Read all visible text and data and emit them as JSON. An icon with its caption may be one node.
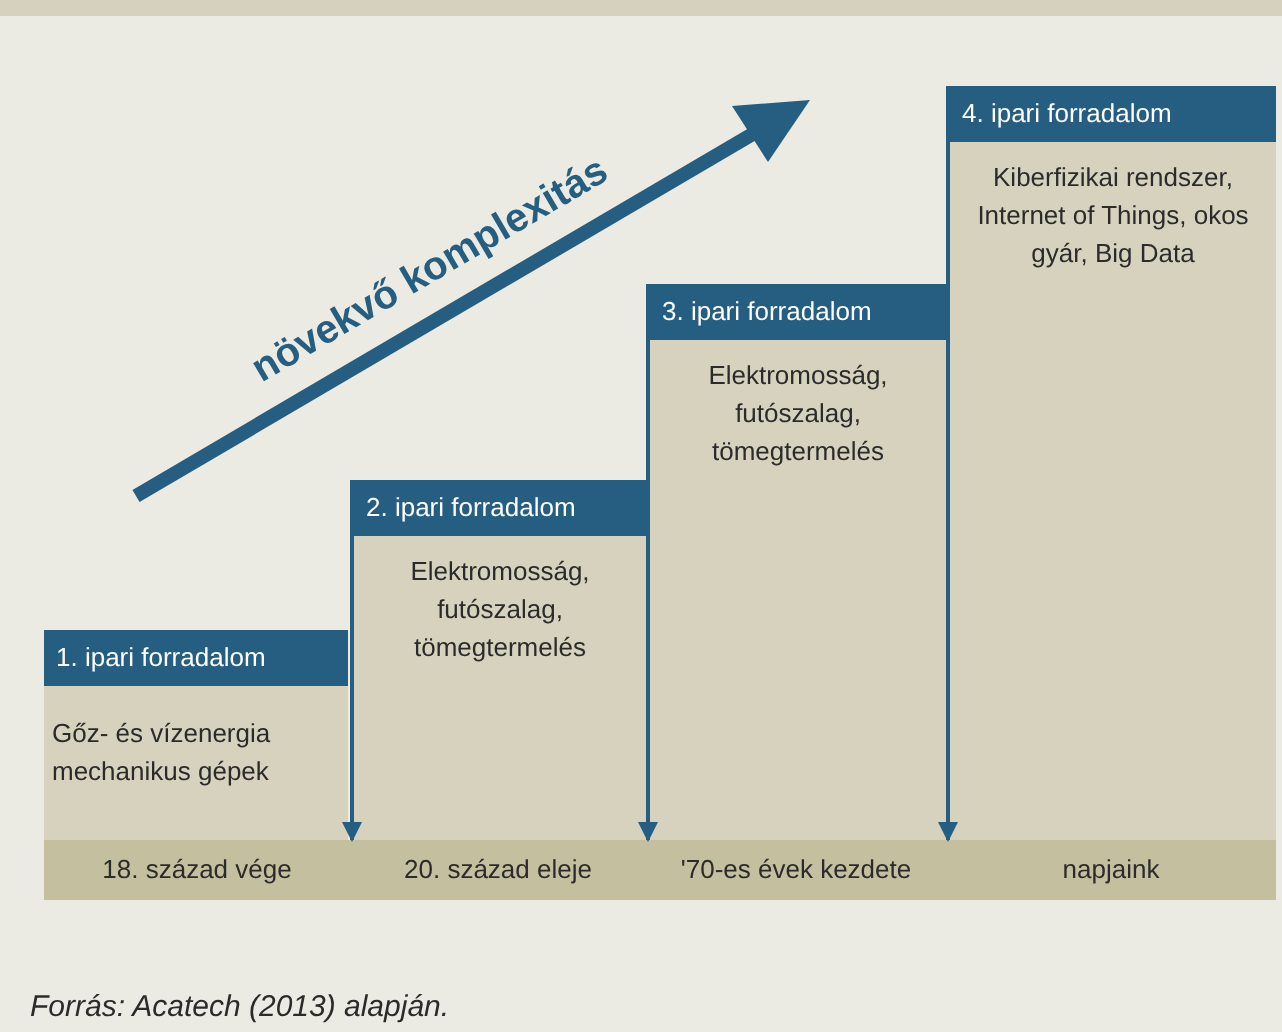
{
  "diagram": {
    "caption": "Forrás: Acatech (2013) alapján.",
    "nodes": [
      {
        "text": [
          "1. ipari forradalom",
          "Gőz- és vízenergia mechanikus gépek"
        ]
      },
      {
        "text": [
          "2. ipari forradalom",
          "Elektromosság, futószalag, tömegtermelés"
        ]
      },
      {
        "text": [
          "3. ipari forradalom",
          "Elektromosság, futószalag, tömegtermelés"
        ]
      },
      {
        "text": [
          "4. ipari forradalom",
          "Kiberfizikai rendszer, Internet of Things, okos gyár, Big Data"
        ]
      },
      {
        "text": [
          "18. század vége"
        ]
      },
      {
        "text": [
          "20. század eleje"
        ]
      },
      {
        "text": [
          "'70-es évek kezdete"
        ]
      },
      {
        "text": [
          "napjaink"
        ]
      }
    ],
    "edges": [
      {
        "from": 1,
        "to": 5,
        "arrow": "to"
      },
      {
        "from": 2,
        "to": 6,
        "arrow": "to"
      },
      {
        "from": 3,
        "to": 7,
        "arrow": "to"
      }
    ],
    "labels": [
      "növekvő komplexitás"
    ]
  }
}
